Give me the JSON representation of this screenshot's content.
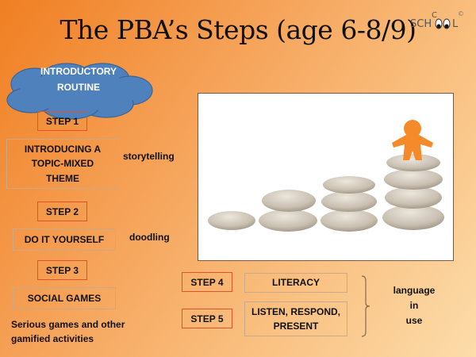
{
  "title": "The PBA’s Steps (age 6-8/9)",
  "logo": {
    "text": "SCHOOL",
    "label": "COOL SCHOOL logo"
  },
  "intro": {
    "line1": "INTRODUCTORY",
    "line2": "ROUTINE"
  },
  "steps": [
    {
      "label": "STEP 1",
      "activity": [
        "INTRODUCING A",
        "TOPIC-MIXED",
        "THEME"
      ],
      "note": "storytelling"
    },
    {
      "label": "STEP 2",
      "activity": [
        "DO IT YOURSELF"
      ],
      "note": "doodling"
    },
    {
      "label": "STEP 3",
      "activity": [
        "SOCIAL GAMES"
      ],
      "note": [
        "Serious games and other",
        "gamified activities"
      ]
    },
    {
      "label": "STEP 4",
      "activity": [
        "LITERACY"
      ]
    },
    {
      "label": "STEP 5",
      "activity": [
        "LISTEN, RESPOND,",
        "PRESENT"
      ]
    }
  ],
  "group_label": [
    "language",
    "in",
    "use"
  ],
  "colors": {
    "step_border": "#e0522a",
    "cloud": "#4f81bd",
    "figure": "#f48a2a"
  }
}
